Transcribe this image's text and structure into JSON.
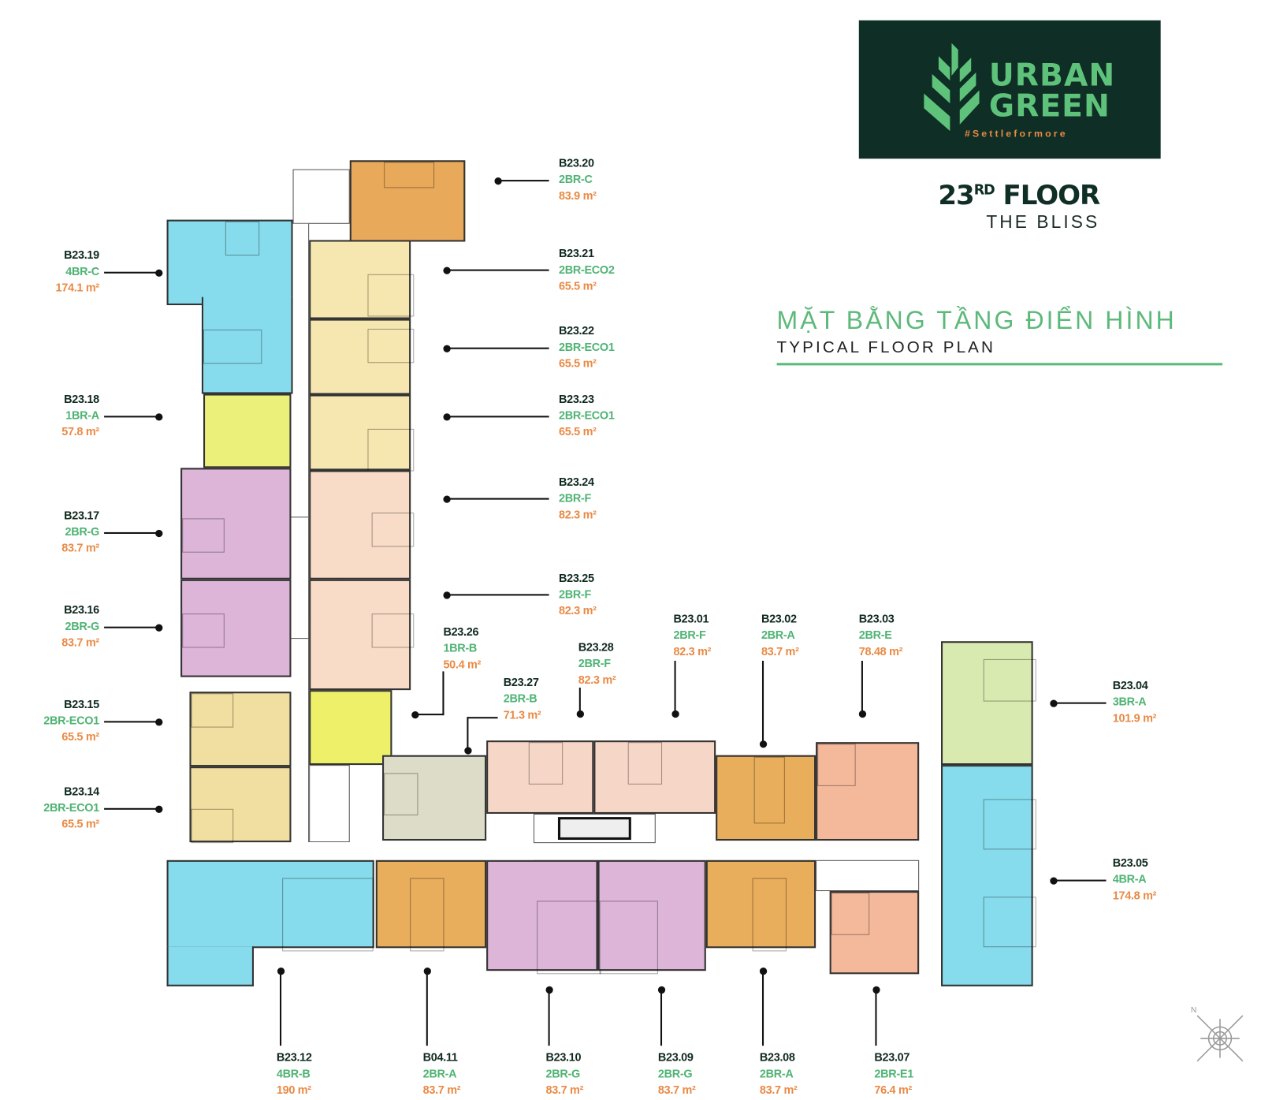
{
  "brand": {
    "name_line1": "URBAN",
    "name_line2": "GREEN",
    "tagline": "#Settleformore"
  },
  "header": {
    "floor_number": "23",
    "floor_suffix": "RD",
    "floor_word": "FLOOR",
    "building": "THE BLISS"
  },
  "plan_title": {
    "vietnamese": "MẶT BẰNG TẦNG ĐIỂN HÌNH",
    "english": "TYPICAL FLOOR PLAN"
  },
  "colors": {
    "brand_dark": "#0f2e25",
    "brand_green": "#5db97a",
    "area_orange": "#e98a45"
  },
  "units": [
    {
      "id": "B23.01",
      "type": "2BR-F",
      "area": "82.3 m²"
    },
    {
      "id": "B23.02",
      "type": "2BR-A",
      "area": "83.7 m²"
    },
    {
      "id": "B23.03",
      "type": "2BR-E",
      "area": "78.48 m²"
    },
    {
      "id": "B23.04",
      "type": "3BR-A",
      "area": "101.9 m²"
    },
    {
      "id": "B23.05",
      "type": "4BR-A",
      "area": "174.8 m²"
    },
    {
      "id": "B23.07",
      "type": "2BR-E1",
      "area": "76.4 m²"
    },
    {
      "id": "B23.08",
      "type": "2BR-A",
      "area": "83.7 m²"
    },
    {
      "id": "B23.09",
      "type": "2BR-G",
      "area": "83.7 m²"
    },
    {
      "id": "B23.10",
      "type": "2BR-G",
      "area": "83.7 m²"
    },
    {
      "id": "B04.11",
      "type": "2BR-A",
      "area": "83.7 m²"
    },
    {
      "id": "B23.12",
      "type": "4BR-B",
      "area": "190 m²"
    },
    {
      "id": "B23.14",
      "type": "2BR-ECO1",
      "area": "65.5 m²"
    },
    {
      "id": "B23.15",
      "type": "2BR-ECO1",
      "area": "65.5 m²"
    },
    {
      "id": "B23.16",
      "type": "2BR-G",
      "area": "83.7 m²"
    },
    {
      "id": "B23.17",
      "type": "2BR-G",
      "area": "83.7 m²"
    },
    {
      "id": "B23.18",
      "type": "1BR-A",
      "area": "57.8 m²"
    },
    {
      "id": "B23.19",
      "type": "4BR-C",
      "area": "174.1 m²"
    },
    {
      "id": "B23.20",
      "type": "2BR-C",
      "area": "83.9 m²"
    },
    {
      "id": "B23.21",
      "type": "2BR-ECO2",
      "area": "65.5 m²"
    },
    {
      "id": "B23.22",
      "type": "2BR-ECO1",
      "area": "65.5 m²"
    },
    {
      "id": "B23.23",
      "type": "2BR-ECO1",
      "area": "65.5 m²"
    },
    {
      "id": "B23.24",
      "type": "2BR-F",
      "area": "82.3 m²"
    },
    {
      "id": "B23.25",
      "type": "2BR-F",
      "area": "82.3 m²"
    },
    {
      "id": "B23.26",
      "type": "1BR-B",
      "area": "50.4 m²"
    },
    {
      "id": "B23.27",
      "type": "2BR-B",
      "area": "71.3 m²"
    },
    {
      "id": "B23.28",
      "type": "2BR-F",
      "area": "82.3 m²"
    }
  ],
  "compass": {
    "north_label": "N",
    "icon": "compass-rose-icon"
  }
}
